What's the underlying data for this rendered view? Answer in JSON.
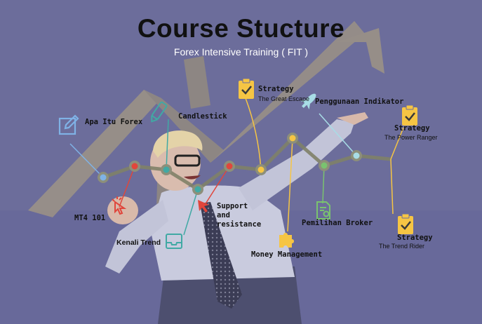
{
  "header": {
    "title": "Course Stucture",
    "subtitle": "Forex Intensive Training ( FIT )"
  },
  "colors": {
    "background": "#6e6f9c",
    "path_line": "#7a7c6a",
    "node_ring": "#8d8f7a",
    "yellow": "#f6c544",
    "red": "#e0463c",
    "blue": "#7fb2e6",
    "teal": "#41a9a4",
    "green": "#7ac36f",
    "light_blue": "#a8dde6"
  },
  "topics": {
    "apa_itu_forex": {
      "label": "Apa Itu Forex",
      "icon": "edit-icon"
    },
    "candlestick": {
      "label": "Candlestick",
      "icon": "pencil-icon"
    },
    "strategy_great_escape": {
      "label": "Strategy",
      "sublabel": "The Great Escape",
      "icon": "clipboard-check-icon"
    },
    "penggunaan_indikator": {
      "label": "Penggunaan Indikator",
      "icon": "rocket-icon"
    },
    "strategy_power_ranger": {
      "label": "Strategy",
      "sublabel": "The Power Ranger",
      "icon": "clipboard-check-icon"
    },
    "mt4_101": {
      "label": "MT4 101",
      "icon": "cursor-click-icon"
    },
    "kenali_trend": {
      "label": "Kenali Trend",
      "icon": "inbox-tray-icon"
    },
    "support_resistance": {
      "label_line1": "Support",
      "label_line2": "and",
      "label_line3": "resistance",
      "icon": "arrow-cursor-icon"
    },
    "money_management": {
      "label": "Money Management",
      "icon": "puzzle-icon"
    },
    "pemilihan_broker": {
      "label": "Pemilihan Broker",
      "icon": "certificate-document-icon"
    },
    "strategy_trend_rider": {
      "label": "Strategy",
      "sublabel": "The Trend Rider",
      "icon": "clipboard-check-icon"
    }
  }
}
